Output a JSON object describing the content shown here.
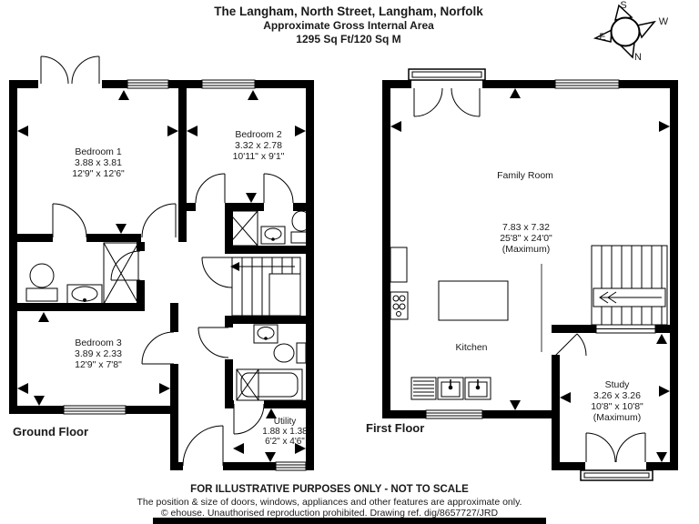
{
  "title": {
    "line1": "The Langham, North Street, Langham, Norfolk",
    "line2": "Approximate Gross Internal Area",
    "line3": "1295 Sq Ft/120 Sq M"
  },
  "compass": {
    "n": "N",
    "s": "S",
    "e": "E",
    "w": "W"
  },
  "floors": {
    "ground": {
      "label": "Ground Floor"
    },
    "first": {
      "label": "First Floor"
    }
  },
  "rooms": {
    "bedroom1": {
      "name": "Bedroom 1",
      "metric": "3.88 x 3.81",
      "imperial": "12'9\" x 12'6\""
    },
    "bedroom2": {
      "name": "Bedroom 2",
      "metric": "3.32 x 2.78",
      "imperial": "10'11\" x 9'1\""
    },
    "bedroom3": {
      "name": "Bedroom 3",
      "metric": "3.89 x 2.33",
      "imperial": "12'9\" x 7'8\""
    },
    "utility": {
      "name": "Utility",
      "metric": "1.88 x 1.38",
      "imperial": "6'2\" x 4'6\""
    },
    "family_room": {
      "name": "Family Room",
      "metric": "7.83 x 7.32",
      "imperial": "25'8\" x 24'0\"",
      "qualifier": "(Maximum)"
    },
    "kitchen": {
      "name": "Kitchen"
    },
    "study": {
      "name": "Study",
      "metric": "3.26 x 3.26",
      "imperial": "10'8\" x 10'8\"",
      "qualifier": "(Maximum)"
    }
  },
  "footer": {
    "line1": "FOR ILLUSTRATIVE PURPOSES ONLY - NOT TO SCALE",
    "line2": "The position & size of doors, windows, appliances and other features are approximate only.",
    "line3": "© ehouse. Unauthorised reproduction prohibited. Drawing ref. dig/8657727/JRD"
  }
}
